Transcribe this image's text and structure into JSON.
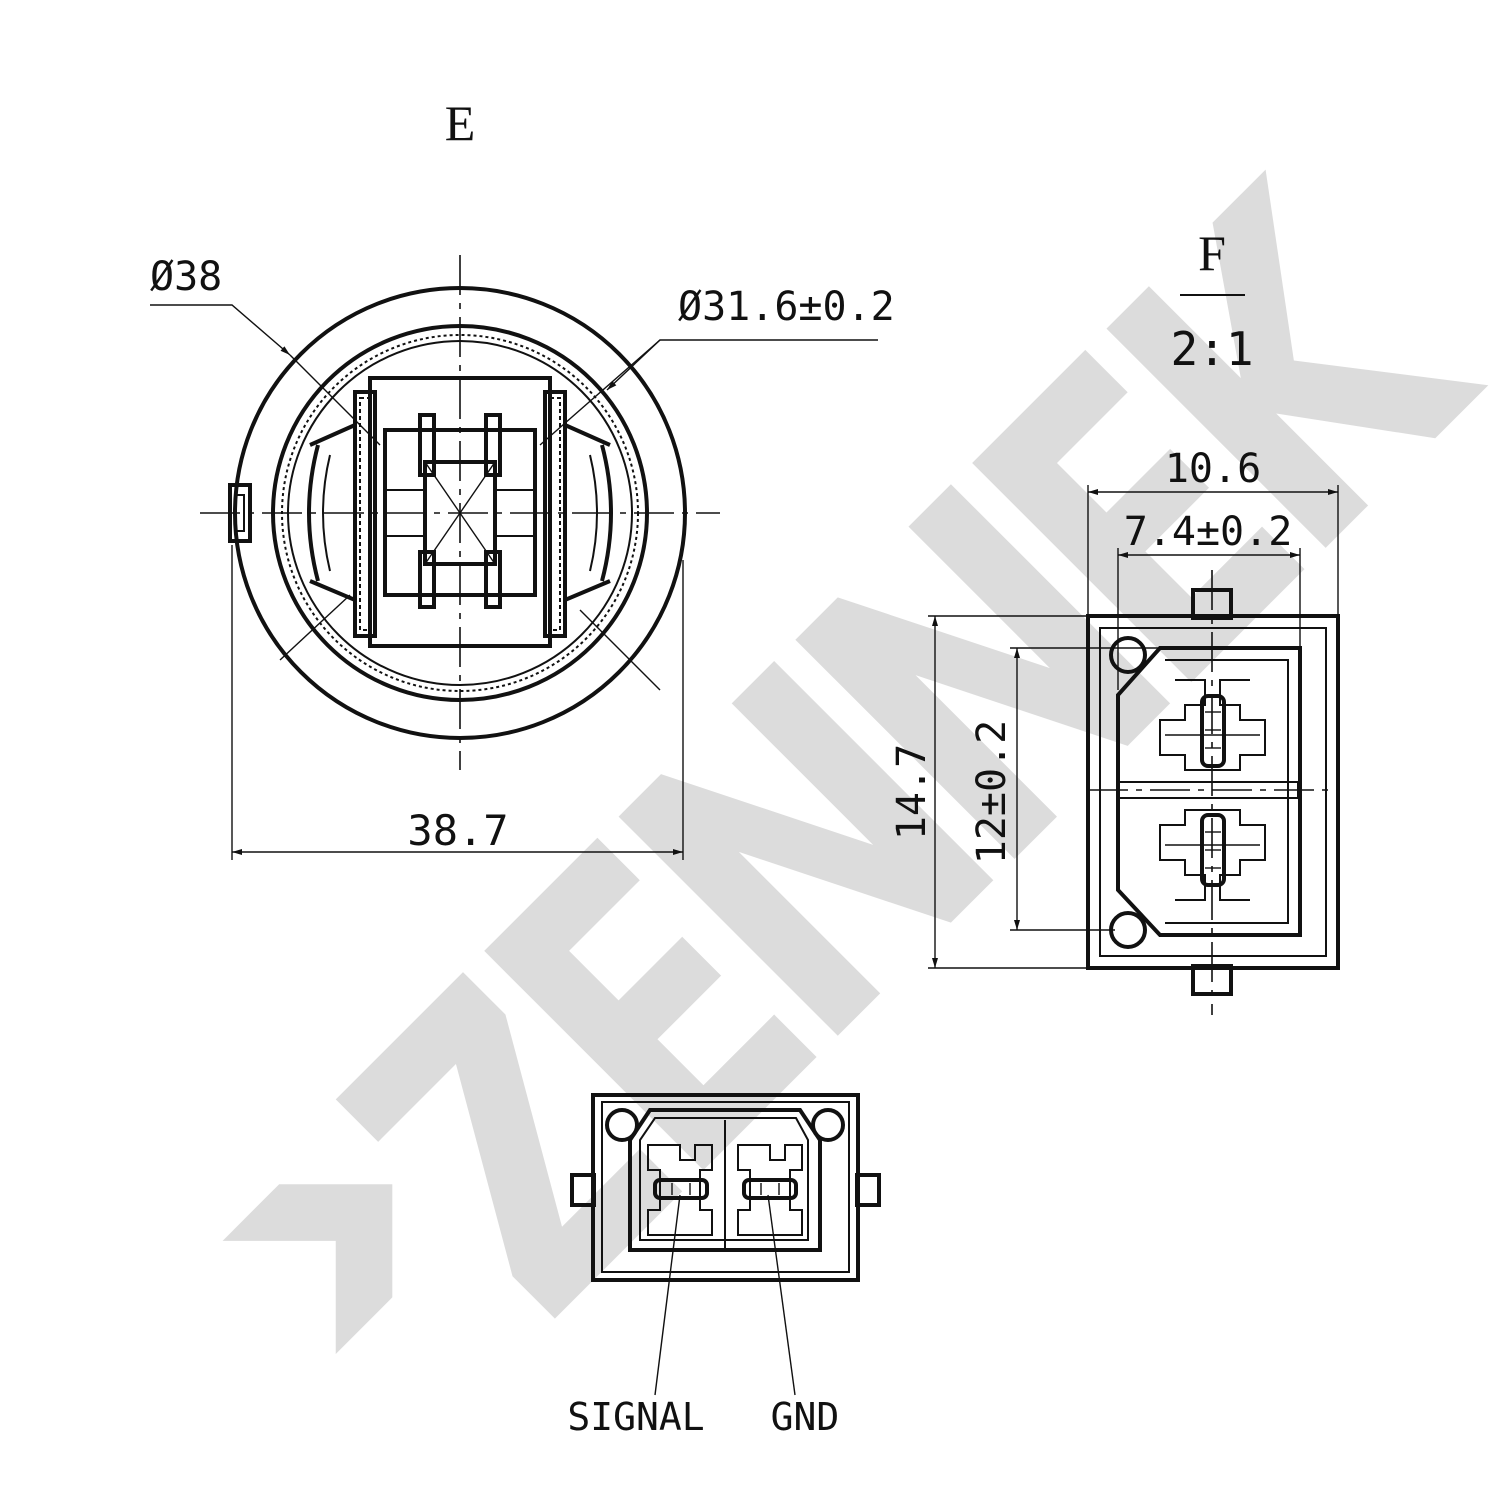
{
  "views": {
    "view_e_label": "E",
    "view_f_label": "F",
    "view_f_scale": "2:1"
  },
  "dimensions": {
    "outer_diameter": "Ø38",
    "inner_diameter": "Ø31.6±0.2",
    "overall_width": "38.7",
    "f_width": "10.6",
    "f_inner_width": "7.4±0.2",
    "f_height": "14.7",
    "f_pitch": "12±0.2"
  },
  "pins": {
    "signal_label": "SIGNAL",
    "gnd_label": "GND"
  },
  "watermark": {
    "text": "ZENNEK",
    "color": "#d8d8d8"
  }
}
